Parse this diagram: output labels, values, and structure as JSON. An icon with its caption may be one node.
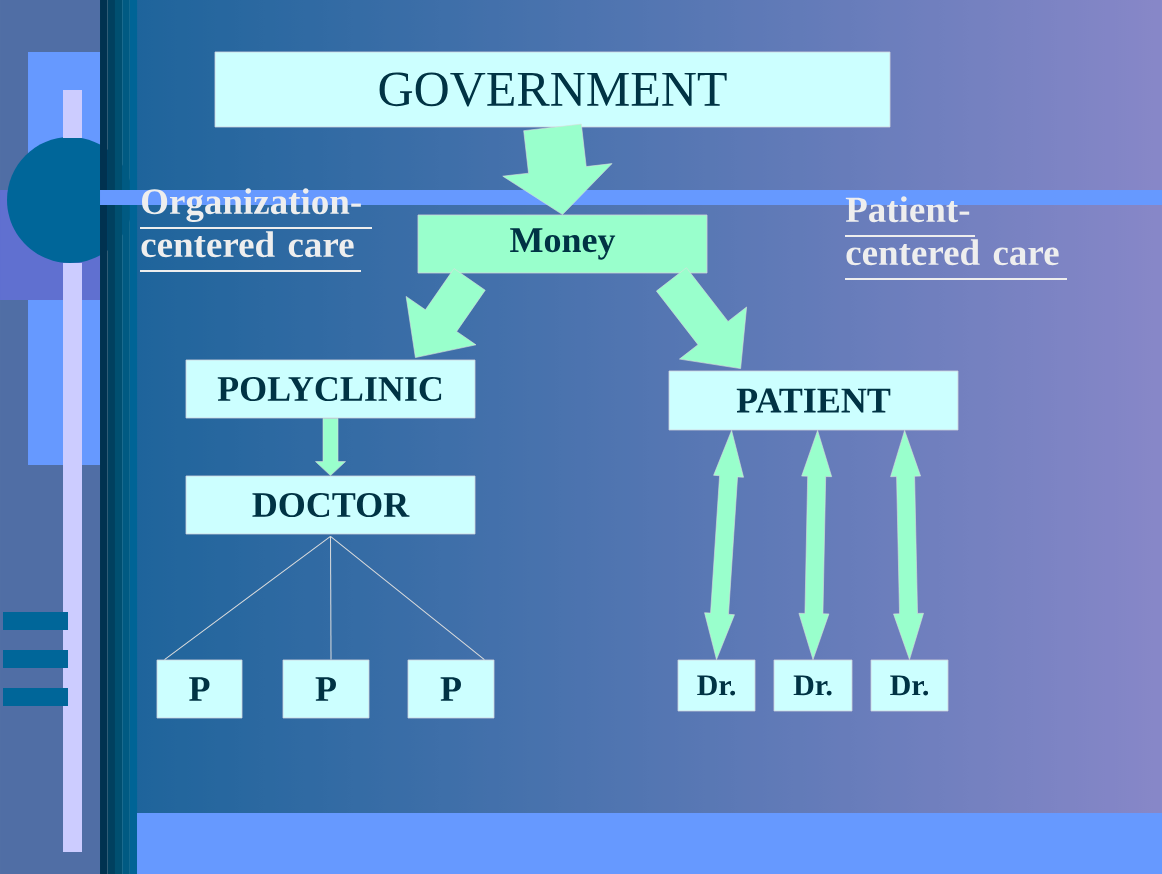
{
  "diagram": {
    "nodes": [
      {
        "text": [
          "GOVERNMENT"
        ]
      },
      {
        "text": [
          "Money"
        ]
      },
      {
        "text": [
          "POLYCLINIC"
        ]
      },
      {
        "text": [
          "DOCTOR"
        ]
      },
      {
        "text": [
          "P"
        ]
      },
      {
        "text": [
          "P"
        ]
      },
      {
        "text": [
          "P"
        ]
      },
      {
        "text": [
          "PATIENT"
        ]
      },
      {
        "text": [
          "Dr."
        ]
      },
      {
        "text": [
          "Dr."
        ]
      },
      {
        "text": [
          "Dr."
        ]
      }
    ],
    "edges": [
      {
        "from": 0,
        "to": 1,
        "arrow": "to",
        "style": "thick"
      },
      {
        "from": 1,
        "to": 2,
        "arrow": "to",
        "style": "thick"
      },
      {
        "from": 1,
        "to": 7,
        "arrow": "to",
        "style": "thick"
      },
      {
        "from": 2,
        "to": 3,
        "arrow": "to"
      },
      {
        "from": 3,
        "to": 4,
        "arrow": "none",
        "color": "#dddddd"
      },
      {
        "from": 3,
        "to": 5,
        "arrow": "none",
        "color": "#dddddd"
      },
      {
        "from": 3,
        "to": 6,
        "arrow": "none",
        "color": "#dddddd"
      },
      {
        "from": 7,
        "to": 8,
        "arrow": "both"
      },
      {
        "from": 7,
        "to": 9,
        "arrow": "both"
      },
      {
        "from": 7,
        "to": 10,
        "arrow": "both"
      }
    ],
    "labels": [
      "Organization- centered care",
      "Patient- centered care"
    ]
  }
}
